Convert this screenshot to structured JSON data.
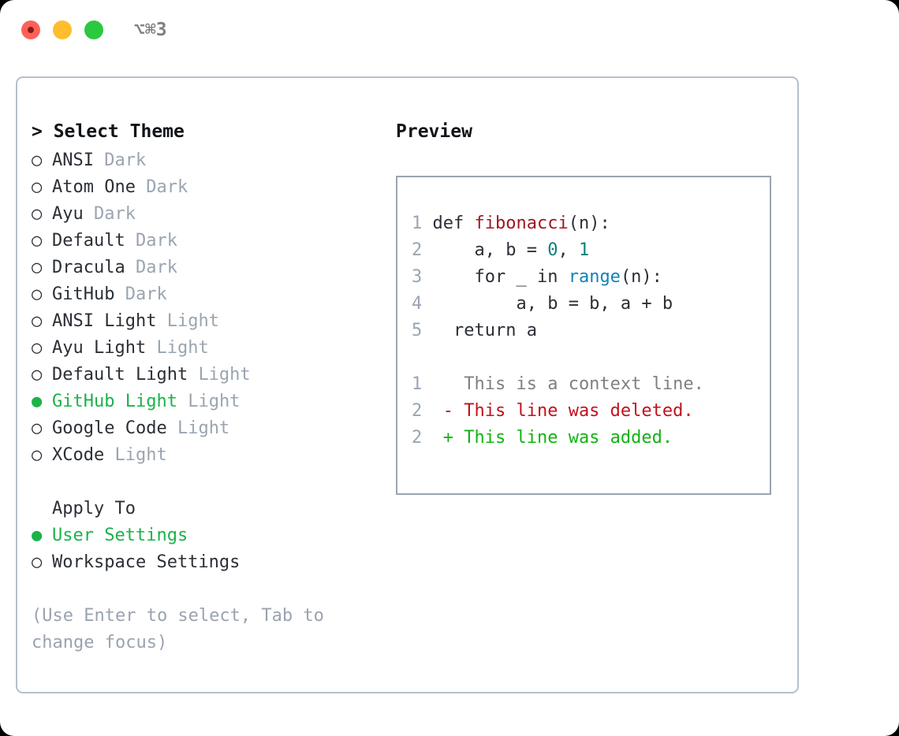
{
  "window": {
    "title": "⌥⌘3",
    "traffic_lights": [
      {
        "name": "close",
        "color": "#ff6159"
      },
      {
        "name": "minimize",
        "color": "#ffbd2e"
      },
      {
        "name": "maximize",
        "color": "#2ac940"
      }
    ]
  },
  "theme_picker": {
    "header": "> Select Theme",
    "items": [
      {
        "bullet": "○",
        "label": "ANSI",
        "tag": "Dark",
        "selected": false
      },
      {
        "bullet": "○",
        "label": "Atom One",
        "tag": "Dark",
        "selected": false
      },
      {
        "bullet": "○",
        "label": "Ayu",
        "tag": "Dark",
        "selected": false
      },
      {
        "bullet": "○",
        "label": "Default",
        "tag": "Dark",
        "selected": false
      },
      {
        "bullet": "○",
        "label": "Dracula",
        "tag": "Dark",
        "selected": false
      },
      {
        "bullet": "○",
        "label": "GitHub",
        "tag": "Dark",
        "selected": false
      },
      {
        "bullet": "○",
        "label": "ANSI Light",
        "tag": "Light",
        "selected": false
      },
      {
        "bullet": "○",
        "label": "Ayu Light",
        "tag": "Light",
        "selected": false
      },
      {
        "bullet": "○",
        "label": "Default Light",
        "tag": "Light",
        "selected": false
      },
      {
        "bullet": "●",
        "label": "GitHub Light",
        "tag": "Light",
        "selected": true
      },
      {
        "bullet": "○",
        "label": "Google Code",
        "tag": "Light",
        "selected": false
      },
      {
        "bullet": "○",
        "label": "XCode",
        "tag": "Light",
        "selected": false
      }
    ]
  },
  "apply_to": {
    "header": "Apply To",
    "options": [
      {
        "bullet": "●",
        "label": "User Settings",
        "selected": true
      },
      {
        "bullet": "○",
        "label": "Workspace Settings",
        "selected": false
      }
    ]
  },
  "hint": "(Use Enter to select, Tab to change focus)",
  "preview": {
    "title": "Preview",
    "code": [
      {
        "line_no": "1",
        "indent": "",
        "segments": [
          {
            "text": "def ",
            "kind": "plain"
          },
          {
            "text": "fibonacci",
            "kind": "fn"
          },
          {
            "text": "(n):",
            "kind": "plain"
          }
        ]
      },
      {
        "line_no": "2",
        "indent": "    ",
        "segments": [
          {
            "text": "a, b = ",
            "kind": "plain"
          },
          {
            "text": "0",
            "kind": "num"
          },
          {
            "text": ", ",
            "kind": "plain"
          },
          {
            "text": "1",
            "kind": "num"
          }
        ]
      },
      {
        "line_no": "3",
        "indent": "    ",
        "segments": [
          {
            "text": "for _ in ",
            "kind": "plain"
          },
          {
            "text": "range",
            "kind": "call"
          },
          {
            "text": "(n):",
            "kind": "plain"
          }
        ]
      },
      {
        "line_no": "4",
        "indent": "        ",
        "segments": [
          {
            "text": "a, b = b, a + b",
            "kind": "plain"
          }
        ]
      },
      {
        "line_no": "5",
        "indent": "  ",
        "segments": [
          {
            "text": "return a",
            "kind": "plain"
          }
        ]
      }
    ],
    "diff": [
      {
        "line_no": "1",
        "marker": " ",
        "text": "This is a context line.",
        "kind": "context"
      },
      {
        "line_no": "2",
        "marker": "-",
        "text": "This line was deleted.",
        "kind": "deleted"
      },
      {
        "line_no": "2",
        "marker": "+",
        "text": "This line was added.",
        "kind": "added"
      }
    ]
  },
  "colors": {
    "selected_green": "#1bb34a",
    "muted_tag": "#9aa5b1",
    "panel_border": "#b6c0ca",
    "preview_border": "#9aa5b1",
    "syntax_function": "#a31621",
    "syntax_number": "#0f7f7a",
    "syntax_call": "#1283b5",
    "diff_deleted": "#c1121c",
    "diff_added": "#12b312",
    "diff_context": "#808080"
  }
}
